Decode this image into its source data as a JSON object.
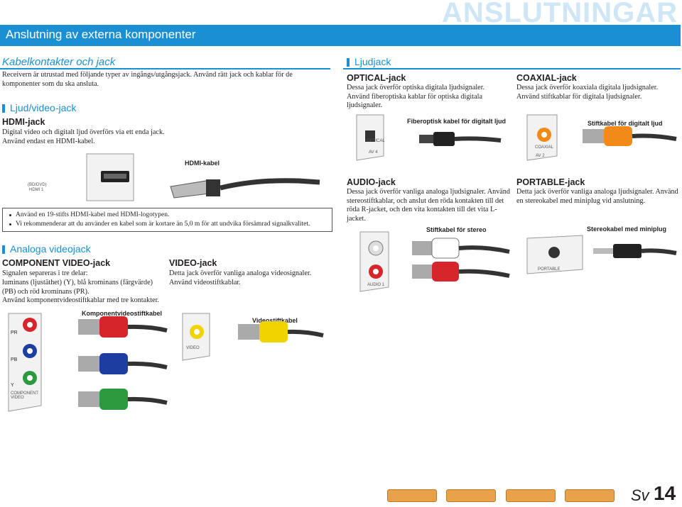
{
  "header": {
    "category": "ANSLUTNINGAR",
    "banner": "Anslutning av externa komponenter"
  },
  "section": {
    "title": "Kabelkontakter och jack"
  },
  "intro": "Receivern är utrustad med följande typer av ingångs/utgångsjack. Använd rätt jack och kablar för de komponenter som du ska ansluta.",
  "av": {
    "heading": "Ljud/video-jack",
    "hdmi": {
      "title": "HDMI-jack",
      "text": "Digital video och digitalt ljud överförs via ett enda jack. Använd endast en HDMI-kabel.",
      "cable": "HDMI-kabel",
      "port_label1": "(BD/DVD)",
      "port_label2": "HDMI 1"
    },
    "notes": [
      "Använd en 19-stifts HDMI-kabel med HDMI-logotypen.",
      "Vi rekommenderar att du använder en kabel som är kortare än 5,0 m för att undvika försämrad signalkvalitet."
    ]
  },
  "analog": {
    "heading": "Analoga videojack",
    "component": {
      "title": "COMPONENT VIDEO-jack",
      "text1": "Signalen separeras i tre delar:",
      "text2": "luminans (ljustäthet) (Y), blå krominans (färgvärde) (PB) och röd krominans (PR).",
      "text3": "Använd komponentvideostiftkablar med tre kontakter.",
      "cable": "Komponentvideostiftkabel",
      "labels": [
        "PR",
        "PB",
        "Y"
      ],
      "panel": "COMPONENT VIDEO"
    },
    "video": {
      "title": "VIDEO-jack",
      "text1": "Detta jack överför vanliga analoga videosignaler.",
      "text2": "Använd videostiftkablar.",
      "cable": "Videostiftkabel",
      "panel": "VIDEO"
    }
  },
  "audio": {
    "heading": "Ljudjack",
    "optical": {
      "title": "OPTICAL-jack",
      "text": "Dessa jack överför optiska digitala ljudsignaler. Använd fiberoptiska kablar för optiska digitala ljudsignaler.",
      "cable": "Fiberoptisk kabel för digitalt ljud",
      "panel1": "OPTICAL",
      "panel2": "AV 4"
    },
    "coaxial": {
      "title": "COAXIAL-jack",
      "text": "Dessa jack överför koaxiala digitala ljudsignaler. Använd stiftkablar för digitala ljudsignaler.",
      "cable": "Stiftkabel för digitalt ljud",
      "panel1": "COAXIAL",
      "panel2": "AV 2"
    },
    "analog": {
      "title": "AUDIO-jack",
      "text": "Dessa jack överför vanliga analoga ljudsignaler. Använd stereostiftkablar, och anslut den röda kontakten till det röda R-jacket, och den vita kontakten till det vita L-jacket.",
      "cable": "Stiftkabel för stereo",
      "panel": "AUDIO 1"
    },
    "portable": {
      "title": "PORTABLE-jack",
      "text": "Detta jack överför vanliga analoga ljudsignaler. Använd en stereokabel med miniplug vid anslutning.",
      "cable": "Stereokabel med miniplug",
      "panel": "PORTABLE"
    }
  },
  "footer": {
    "lang": "Sv",
    "page": "14"
  },
  "colors": {
    "accent": "#1a8fd3",
    "nav": "#e8a24a"
  }
}
